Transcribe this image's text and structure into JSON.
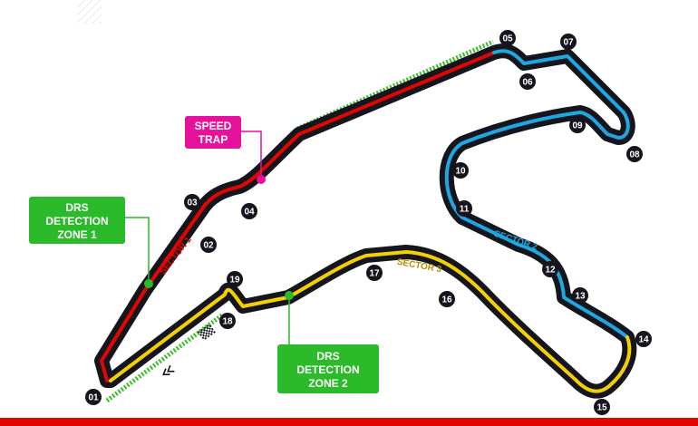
{
  "colors": {
    "track_outline": "#15151e",
    "sector_1": "#e10600",
    "sector_2": "#1ea7e0",
    "sector_3": "#f5d000",
    "drs_zone": "#3dbb2c",
    "drs_callout": "#2aba2a",
    "speed_trap": "#e6129b",
    "bottom_bar": "#e10600",
    "turn_badge": "#15151e"
  },
  "icons": {
    "start_finish": "chequered-flag-icon",
    "direction": "double-chevron-left-icon",
    "hatch": "diagonal-hatch-icon"
  },
  "sectors": [
    {
      "id": "sector-1",
      "label": "SECTOR 1"
    },
    {
      "id": "sector-2",
      "label": "SECTOR 2"
    },
    {
      "id": "sector-3",
      "label": "SECTOR 3"
    }
  ],
  "turns": [
    "01",
    "02",
    "03",
    "04",
    "05",
    "06",
    "07",
    "08",
    "09",
    "10",
    "11",
    "12",
    "13",
    "14",
    "15",
    "16",
    "17",
    "18",
    "19"
  ],
  "callouts": {
    "speed_trap": [
      "SPEED",
      "TRAP"
    ],
    "drs_detection_1": [
      "DRS",
      "DETECTION",
      "ZONE 1"
    ],
    "drs_detection_2": [
      "DRS",
      "DETECTION",
      "ZONE 2"
    ]
  }
}
